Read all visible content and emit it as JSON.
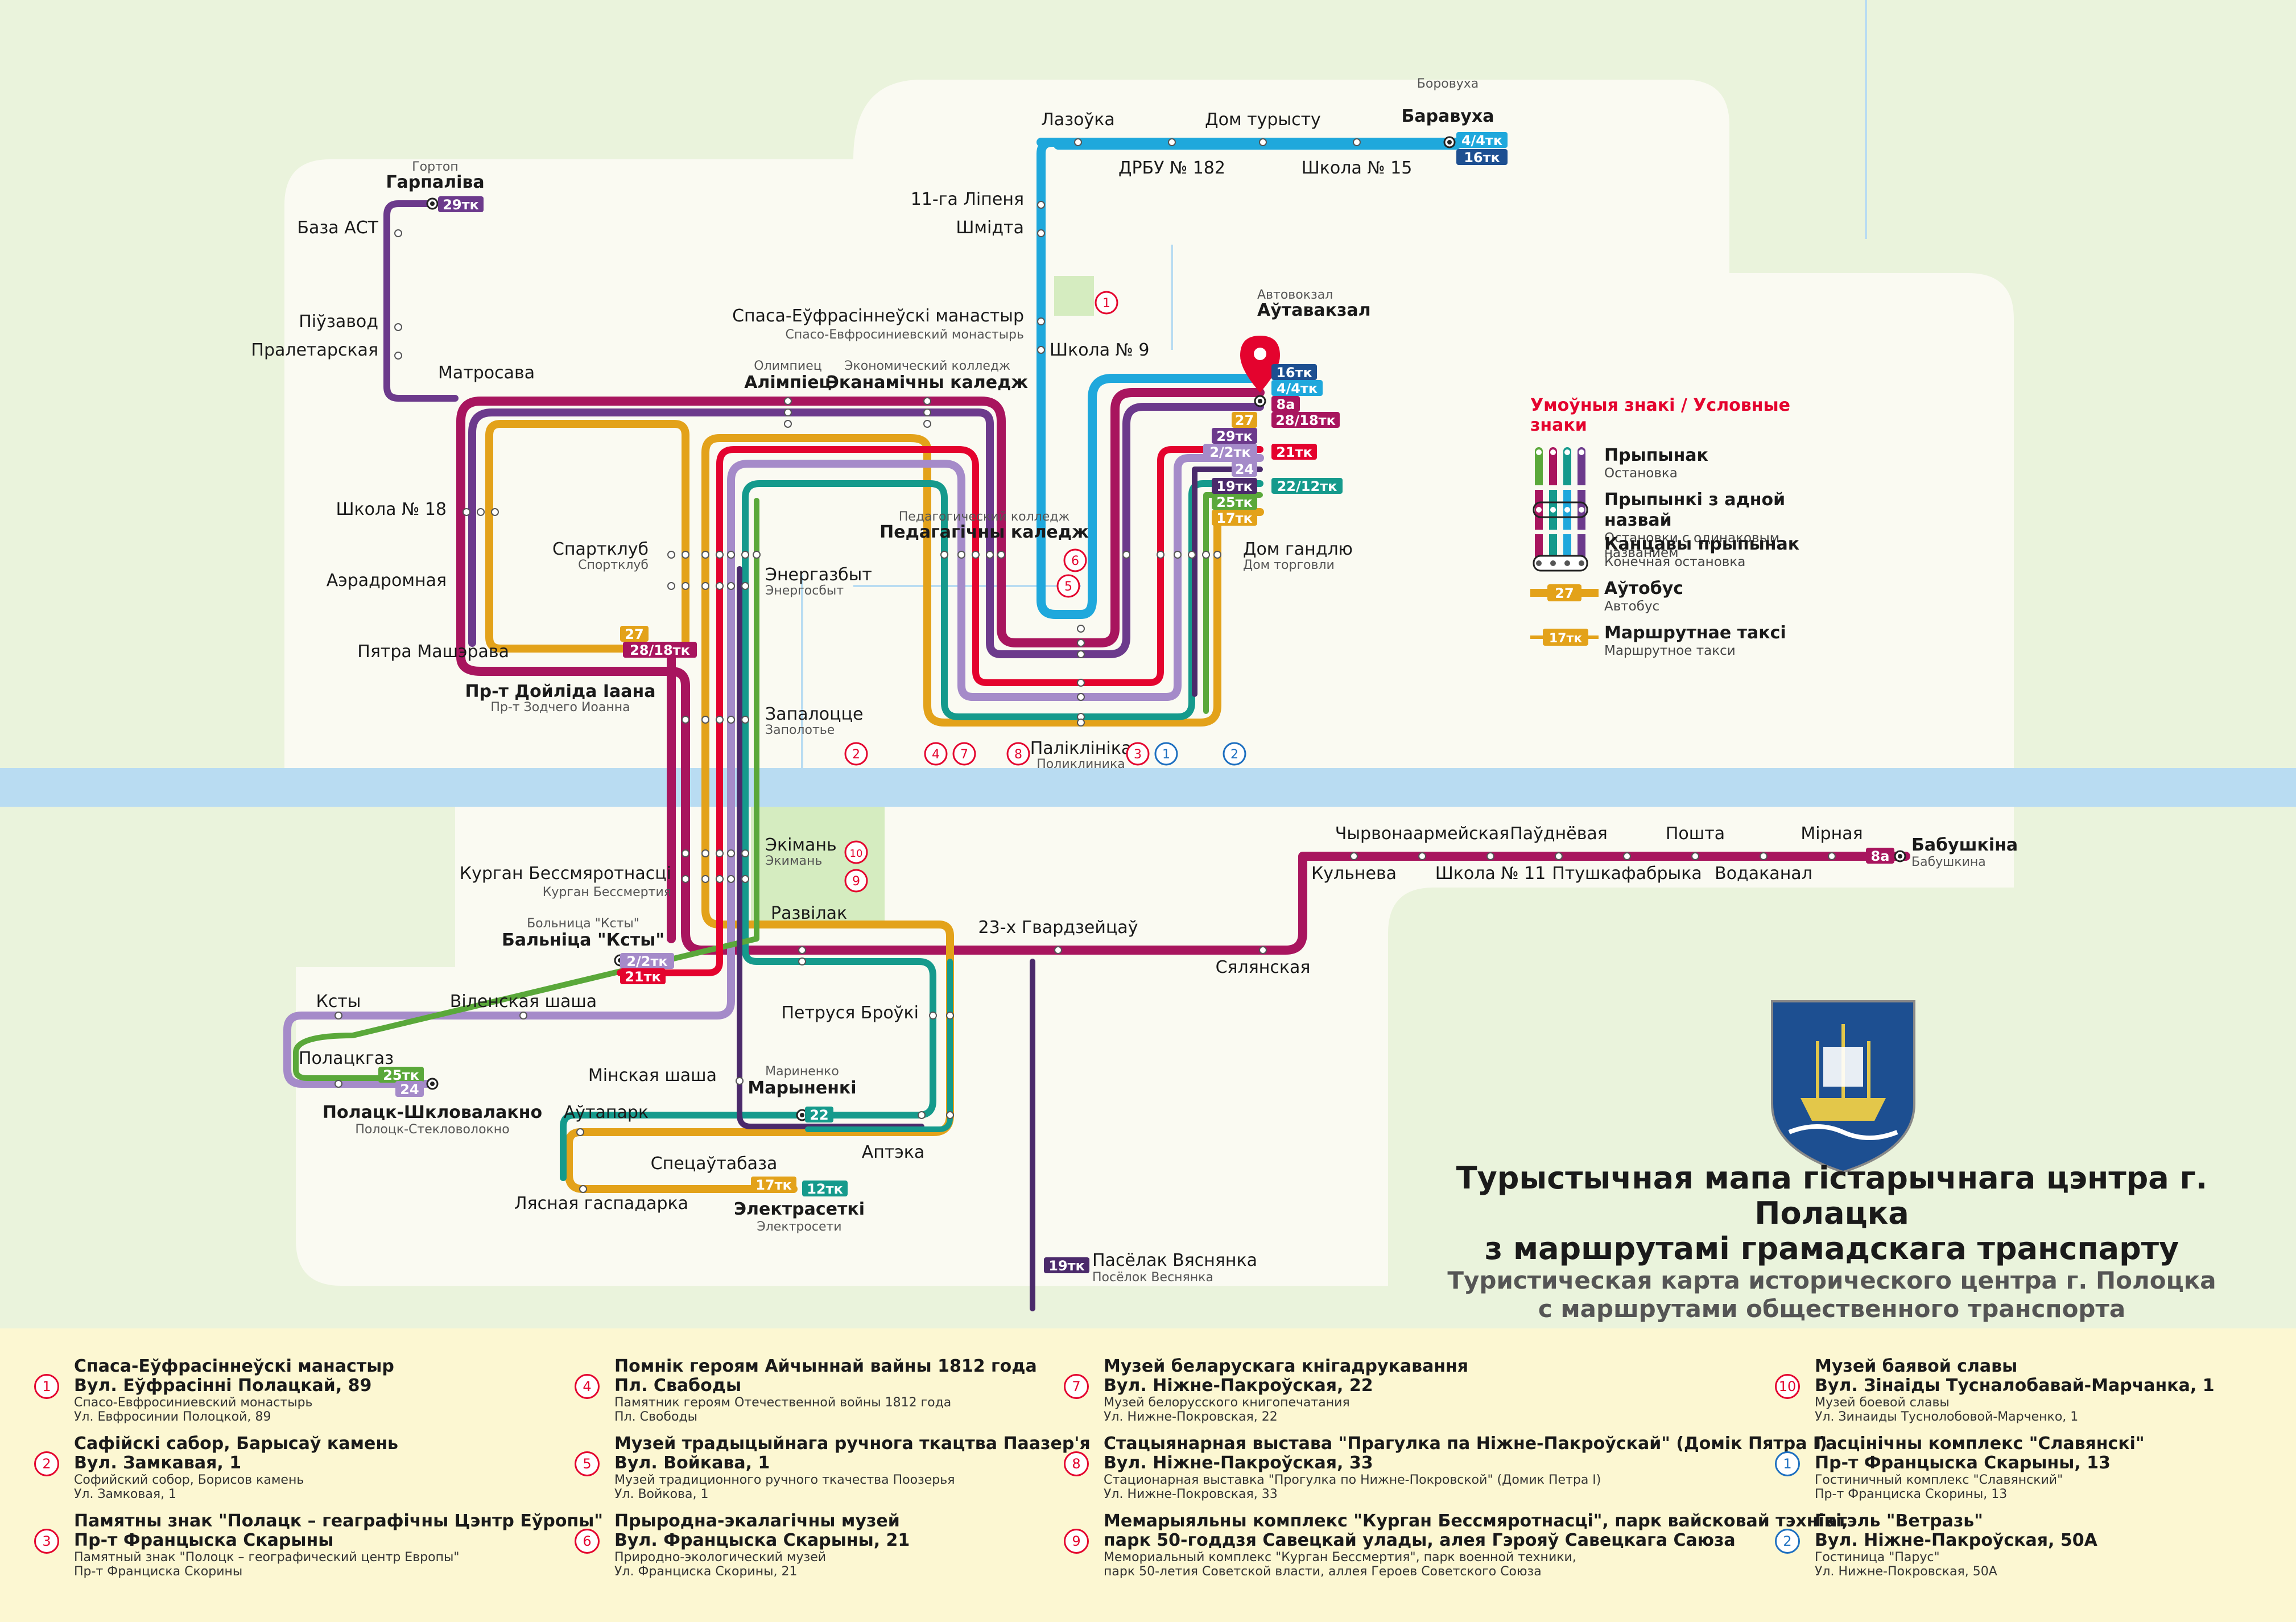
{
  "title": {
    "by_line1": "Турыстычная мапа гістарычнага цэнтра г. Полацка",
    "by_line2": "з маршрутамі грамадскага транспарту",
    "ru_line1": "Туристическая карта исторического центра г. Полоцка",
    "ru_line2": "с маршрутами общественного транспорта"
  },
  "colors": {
    "magenta": "#a8155e",
    "orange": "#e3a21a",
    "purple": "#6c3a8c",
    "lilac": "#a58bc9",
    "teal": "#159a8c",
    "green": "#5aa83a",
    "red": "#e4032e",
    "cyan": "#1fa8dc",
    "navy": "#1d4f91",
    "darkpurple": "#4b2a6b",
    "river": "#b9dcf2"
  },
  "legend": {
    "heading": "Умоўныя знакі / Условные знаки",
    "items": [
      {
        "by": "Прыпынак",
        "ru": "Остановка"
      },
      {
        "by": "Прыпынкі з адной назвай",
        "ru": "Остановки с одинаковым названием"
      },
      {
        "by": "Канцавы прыпынак",
        "ru": "Конечная остановка"
      },
      {
        "by": "Аўтобус",
        "ru": "Автобус",
        "badge": "27"
      },
      {
        "by": "Маршрутнае таксі",
        "ru": "Маршрутное такси",
        "badge": "17тк"
      }
    ]
  },
  "stops": {
    "lazouka": "Лазоўка",
    "dom_turystu": "Дом турысту",
    "baravuha_ru": "Боровуха",
    "baravuha": "Баравуха",
    "drbu": "ДРБУ № 182",
    "shkola15": "Школа № 15",
    "lipenya": "11-га Ліпеня",
    "shmidta": "Шмідта",
    "monastyr": "Спаса-Еўфрасіннеўскі манастыр",
    "monastyr_ru": "Спасо-Евфросиниевский монастырь",
    "shkola9": "Школа № 9",
    "avtovokzal_ru": "Автовокзал",
    "autavakzal": "Аўтавакзал",
    "hortop_ru": "Гортоп",
    "harpaliva": "Гарпаліва",
    "baza_ast": "База АСТ",
    "piuzavod": "Піўзавод",
    "praletarskaya": "Пралетарская",
    "matrosava": "Матросава",
    "olimpiec_ru": "Олимпиец",
    "alimpiec": "Алімпіец",
    "ekonom_ru": "Экономический колледж",
    "ekanamichny": "Эканамічны каледж",
    "shkola18": "Школа № 18",
    "sportklub": "Спартклуб",
    "sportklub_ru": "Спортклуб",
    "aeradromnaya": "Аэрадромная",
    "pyatra_masherava": "Пятра Машэрава",
    "pedag_ru": "Педагогический колледж",
    "pedag": "Педагагічны каледж",
    "energazbyt": "Энергазбыт",
    "energazbyt_ru": "Энергосбыт",
    "dom_gandlyu": "Дом гандлю",
    "dom_gandlyu_ru": "Дом торговли",
    "pr_doilida": "Пр-т Дойліда Іаана",
    "pr_doilida_ru": "Пр-т Зодчего Иоанна",
    "zapalotse": "Запалоцце",
    "zapalotse_ru": "Заполотье",
    "paliklinika": "Паліклініка",
    "paliklinika_ru": "Поликлиника",
    "chyrvonaarmeiskaya": "Чырвонаармейская",
    "paudnevaya": "Паўднёвая",
    "poshta": "Пошта",
    "mirnaya": "Мірная",
    "babushkina": "Бабушкіна",
    "babushkina_ru": "Бабушкина",
    "kulneva": "Кульнева",
    "shkola11": "Школа № 11",
    "ptushkafabryka": "Птушкафабрыка",
    "vodakanal": "Водаканал",
    "ekiman": "Экімань",
    "ekiman_ru": "Экимань",
    "kurgan": "Курган Бессмяротнасці",
    "kurgan_ru": "Курган Бессмертия",
    "razvilak": "Развілак",
    "gvardzeitsau": "23-х Гвардзейцаў",
    "syalyanskaya": "Сялянская",
    "bolnica_ru": "Больница \"Ксты\"",
    "balnica": "Бальніца \"Ксты\"",
    "ksty": "Ксты",
    "vilnyuskaya": "Віленская шаша",
    "polatskgaz": "Полацкгаз",
    "shklovalakno": "Полацк-Шкловалакно",
    "shklovalakno_ru": "Полоцк-Стекловолокно",
    "petrusya": "Петруся Броўкі",
    "minskaya": "Мінская шаша",
    "marynenki_ru": "Мариненко",
    "marynenki": "Марыненкі",
    "autapark": "Аўтапарк",
    "apteka": "Аптэка",
    "spetsautabaza": "Спецаўтабаза",
    "lyasnaya": "Лясная гаспадарка",
    "elektraseti": "Электрасеткі",
    "elektraseti_ru": "Электросети",
    "pasyolak": "Пасёлак Вяснянка",
    "pasyolak_ru": "Посёлок Веснянка"
  },
  "routes": {
    "r4_4tk": "4/4тк",
    "r16tk": "16тк",
    "r29tk": "29тк",
    "r8a": "8а",
    "r28_18tk": "28/18тк",
    "r27": "27",
    "r29tk_b": "29тк",
    "r2_2tk": "2/2тк",
    "r21tk": "21тк",
    "r24": "24",
    "r19tk": "19тк",
    "r25tk": "25тк",
    "r22_12tk": "22/12тк",
    "r17tk": "17тк",
    "r22": "22",
    "r12tk": "12тк",
    "r19tk_b": "19тк"
  },
  "sights": [
    {
      "n": "1",
      "by": "Спаса-Еўфрасіннеўскі манастыр",
      "addr": "Вул. Еўфрасінні Полацкай, 89",
      "ru": "Спасо-Евфросиниевский монастырь",
      "ru_addr": "Ул. Евфросинии Полоцкой, 89"
    },
    {
      "n": "2",
      "by": "Сафійскі сабор, Барысаў камень",
      "addr": "Вул. Замкавая, 1",
      "ru": "Софийский собор, Борисов камень",
      "ru_addr": "Ул. Замковая, 1"
    },
    {
      "n": "3",
      "by": "Памятны знак \"Полацк – геаграфічны Цэнтр Еўропы\"",
      "addr": "Пр-т Францыска Скарыны",
      "ru": "Памятный знак \"Полоцк – географический центр Европы\"",
      "ru_addr": "Пр-т Франциска Скорины"
    },
    {
      "n": "4",
      "by": "Помнік героям Айчыннай вайны 1812 года",
      "addr": "Пл. Свабоды",
      "ru": "Памятник героям Отечественной войны 1812 года",
      "ru_addr": "Пл. Свободы"
    },
    {
      "n": "5",
      "by": "Музей традыцыйнага ручнога ткацтва Паазер'я",
      "addr": "Вул. Войкава, 1",
      "ru": "Музей традиционного ручного ткачества Поозерья",
      "ru_addr": "Ул. Войкова, 1"
    },
    {
      "n": "6",
      "by": "Прыродна-экалагічны музей",
      "addr": "Вул. Францыска Скарыны, 21",
      "ru": "Природно-экологический музей",
      "ru_addr": "Ул. Франциска Скорины, 21"
    },
    {
      "n": "7",
      "by": "Музей беларускага кнігадрукавання",
      "addr": "Вул. Ніжне-Пакроўская, 22",
      "ru": "Музей белорусского книгопечатания",
      "ru_addr": "Ул. Нижне-Покровская, 22"
    },
    {
      "n": "8",
      "by": "Стацыянарная выстава \"Прагулка па Ніжне-Пакроўскай\" (Домік Пятра І)",
      "addr": "Вул. Ніжне-Пакроўская, 33",
      "ru": "Стационарная выставка \"Прогулка по Нижне-Покровской\" (Домик Петра І)",
      "ru_addr": "Ул. Нижне-Покровская, 33"
    },
    {
      "n": "9",
      "by": "Мемарыяльны комплекс \"Курган Бессмяротнасці\", парк вайсковай тэхнікі,",
      "addr": "парк 50-годдзя Савецкай улады, алея Гэрояў Савецкага Саюза",
      "ru": "Мемориальный комплекс \"Курган Бессмертия\", парк военной техники,",
      "ru_addr": "парк 50-летия Советской власти, аллея Героев Советского Союза"
    },
    {
      "n": "10",
      "by": "Музей баявой славы",
      "addr": "Вул. Зінаіды Тусналобавай-Марчанка, 1",
      "ru": "Музей боевой славы",
      "ru_addr": "Ул. Зинаиды Туснолобовой-Марченко, 1"
    },
    {
      "n": "1",
      "by": "Гасцінічны комплекс \"Славянскі\"",
      "addr": "Пр-т Францыска Скарыны, 13",
      "ru": "Гостиничный комплекс \"Славянский\"",
      "ru_addr": "Пр-т Франциска Скорины, 13",
      "kind": "hotel"
    },
    {
      "n": "2",
      "by": "Гатэль \"Ветразь\"",
      "addr": "Вул. Ніжне-Пакроўская, 50А",
      "ru": "Гостиница \"Парус\"",
      "ru_addr": "Ул. Нижне-Покровская, 50А",
      "kind": "hotel"
    }
  ]
}
